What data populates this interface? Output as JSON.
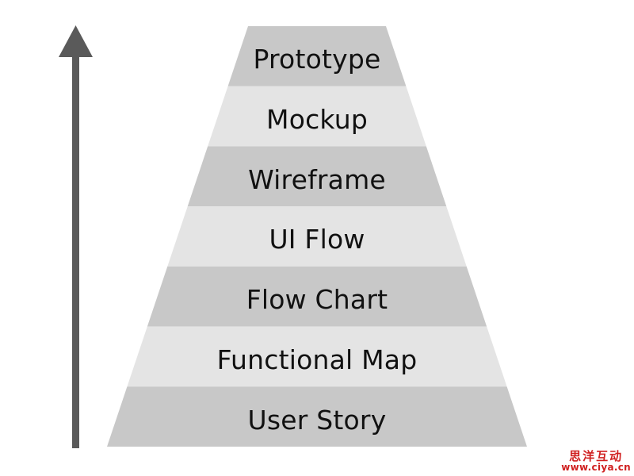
{
  "chart_data": {
    "type": "pyramid",
    "title": "",
    "orientation": "bottom-up",
    "levels": [
      {
        "label": "Prototype",
        "level": 7,
        "fill": "#c8c8c8",
        "tone": "dark"
      },
      {
        "label": "Mockup",
        "level": 6,
        "fill": "#e4e4e4",
        "tone": "light"
      },
      {
        "label": "Wireframe",
        "level": 5,
        "fill": "#c8c8c8",
        "tone": "dark"
      },
      {
        "label": "UI Flow",
        "level": 4,
        "fill": "#e4e4e4",
        "tone": "light"
      },
      {
        "label": "Flow Chart",
        "level": 3,
        "fill": "#c8c8c8",
        "tone": "dark"
      },
      {
        "label": "Functional Map",
        "level": 2,
        "fill": "#e4e4e4",
        "tone": "light"
      },
      {
        "label": "User Story",
        "level": 1,
        "fill": "#c8c8c8",
        "tone": "dark"
      }
    ],
    "legend": [],
    "annotations": [
      {
        "name": "progress-arrow",
        "direction": "up",
        "color": "#5a5a5a",
        "label": ""
      }
    ]
  },
  "arrow": {
    "color": "#5a5a5a",
    "direction": "up"
  },
  "palette": {
    "background": "#ffffff",
    "band_dark": "#c8c8c8",
    "band_light": "#e4e4e4",
    "text": "#111111",
    "arrow": "#5a5a5a",
    "watermark": "#d02020"
  },
  "watermark": {
    "brand": "思洋互动",
    "url": "www.ciya.cn"
  }
}
